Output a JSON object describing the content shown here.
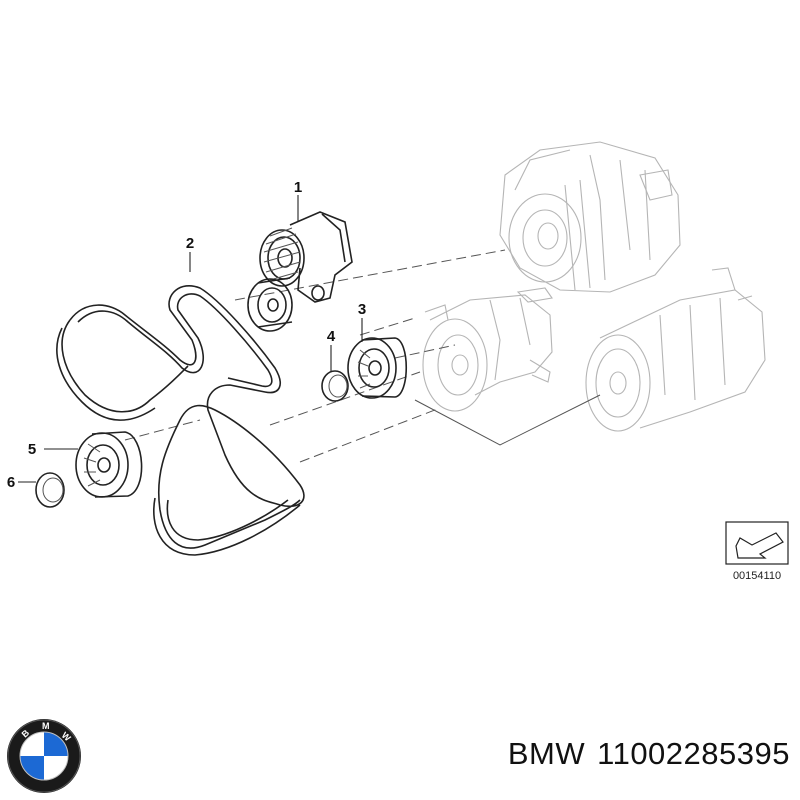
{
  "diagram": {
    "callouts": [
      {
        "number": "1",
        "part": "belt tensioner"
      },
      {
        "number": "2",
        "part": "ribbed V-belt"
      },
      {
        "number": "3",
        "part": "deflection pulley"
      },
      {
        "number": "4",
        "part": "cap"
      },
      {
        "number": "5",
        "part": "deflection pulley"
      },
      {
        "number": "6",
        "part": "cap"
      }
    ],
    "reference_code": "00154110"
  },
  "caption": {
    "brand": "BMW",
    "part_number": "11002285395"
  },
  "colors": {
    "line": "#222222",
    "faint_line": "#b5b5b5",
    "logo_blue": "#1c69d4",
    "logo_ring": "#1a1a1a"
  },
  "icons": [
    "view-direction-icon",
    "bmw-logo"
  ]
}
